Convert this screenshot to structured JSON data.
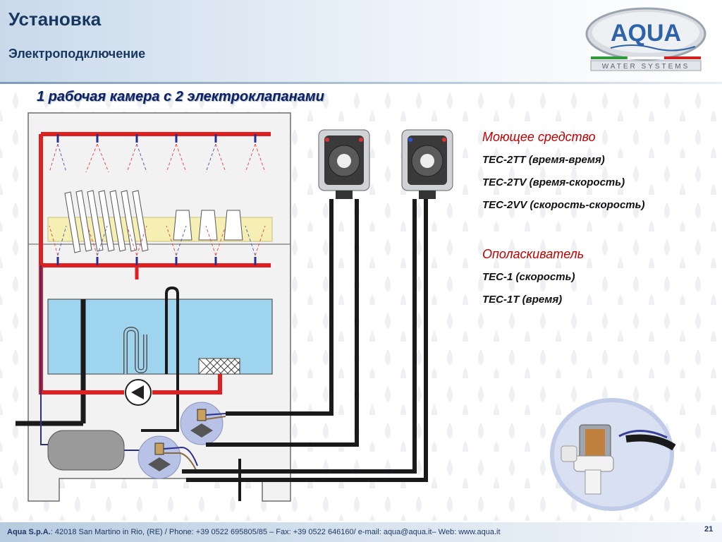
{
  "header": {
    "title": "Установка",
    "subtitle": "Электроподключение"
  },
  "logo": {
    "brand": "AQUA",
    "tagline": "WATER SYSTEMS"
  },
  "section_title": "1 рабочая камера с 2 электроклапанами",
  "legend": {
    "detergent_heading": "Моющее средство",
    "detergent_items": [
      "TEC-2TT (время-время)",
      "TEC-2TV (время-скорость)",
      "TEC-2VV (скорость-скорость)"
    ],
    "rinse_heading": "Ополаскиватель",
    "rinse_items": [
      "TEC-1 (скорость)",
      "TEC-1T (время)"
    ]
  },
  "footer": {
    "company": "Aqua S.p.A.",
    "contact": ": 42018 San Martino in Rio, (RE) / Phone: +39 0522 695805/85 – Fax: +39 0522 646160/ e-mail: aqua@aqua.it– Web: www.aqua.it",
    "page_number": "21"
  },
  "colors": {
    "title": "#17375e",
    "heading_red": "#c00000",
    "pipe_red": "#e02020",
    "pipe_blue": "#2a2f8a",
    "water": "#9fd4ee",
    "valve_circle": "#b7c2e6"
  }
}
